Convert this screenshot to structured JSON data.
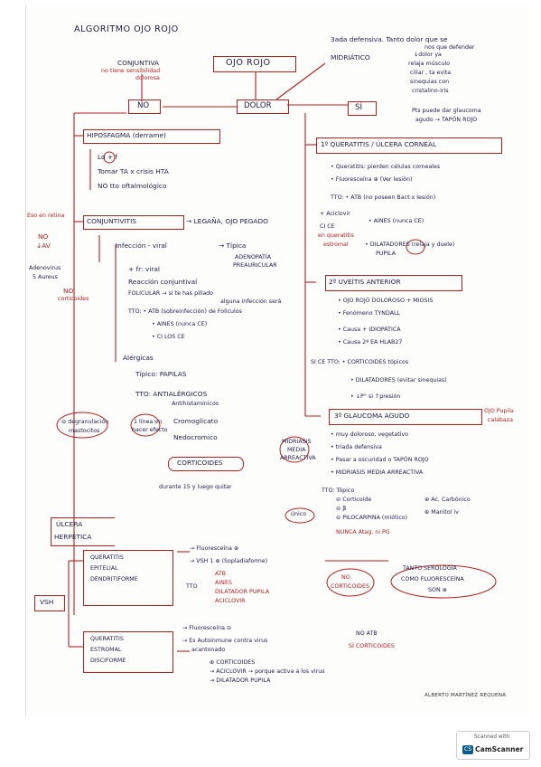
{
  "title": "ALGORITMO OJO ROJO",
  "center": "OJO ROJO",
  "dolor": "DOLOR",
  "no": "NO",
  "si": "SÍ",
  "conjuntiva_note": [
    "CONJUNTIVA",
    "no tiene sensibilidad",
    "dolorosa"
  ],
  "defensiva_note": [
    "3ada defensiva. Tanto dolor que se",
    "nos que defender"
  ],
  "midriatico": "MIDRIÁTICO",
  "midriatico_notes": [
    "↓dolor ya",
    "relaja músculo",
    "ciliar , ta evita",
    "sinequias con",
    "cristalino-iris",
    "Pts puede dar glaucoma",
    "agudo → TAPÓN ROJO"
  ],
  "hiposfagma": {
    "title": "HIPOSFAGMA (derrame)",
    "lines": [
      "Lo + f",
      "Tomar TA x crisis HTA",
      "NO tto oftalmológico"
    ]
  },
  "conjuntivitis": {
    "title": "CONJUNTIVITIS",
    "arrow": "→ LEGAÑA, OJO PEGADO",
    "retina_note": "Eso en retina",
    "no_av": [
      "NO",
      "↓AV"
    ],
    "adenovirus": [
      "Adenovirus",
      "5 Aureus"
    ],
    "no_corticoides": [
      "NO",
      "corticoides"
    ],
    "viral_title": "Infección - viral",
    "viral_typical": "→ Típica",
    "viral_adeno": [
      "ADENOPATÍA",
      "PREAURICULAR"
    ],
    "viral_notes": [
      "+ fr: viral",
      "Reacción conjuntival",
      "FOLICULAR → si te has pillado",
      "alguna infección será",
      "TTO: • ATB (sobreinfección) de Foliculos",
      "• AINES (nunca CE)",
      "• CI LOS CE"
    ],
    "alergicas": "Alérgicas",
    "alergicas_notes": [
      "Típico: PAPILAS",
      "TTO: ANTIALÉRGICOS",
      "Antihistamínicos",
      "1 línea en",
      "hacer efecto",
      "Cromoglicato",
      "Nedocromico",
      "CORTICOIDES",
      "durante 15 y luego quitar"
    ],
    "degranulacion": [
      "⊖ degranulación",
      "mastocitos"
    ]
  },
  "queratitis": {
    "title": "1º QUERATITIS / ÚLCERA CORNEAL",
    "lines": [
      "• Queratitis: pierden células corneales",
      "• Fluoresceína ⊕ (Ver lesión)",
      "TTO: • ATB (no poseen Bact x lesión)",
      "+ Aciclovir",
      "• AINES (nunca CE)",
      "CI CE",
      "en queratitis",
      "estromal",
      "• DILATADORES (relaja y duele)",
      "PUPILA"
    ]
  },
  "uveitis": {
    "title": "2º UVEÍTIS ANTERIOR",
    "lines": [
      "• OJO ROJO DOLOROSO + MIOSIS",
      "• Fenómeno TYNDALL",
      "• Causa + IDIOPÁTICA",
      "• Causa 2ª EA HLAB27",
      "SI CE TTO: • CORTICOIDES tópicos",
      "• DILATADORES (evitar sinequias)",
      "• ↓P° si ↑presión"
    ]
  },
  "glaucoma": {
    "title": "3º GLAUCOMA AGUDO",
    "side": [
      "OJO Pupila",
      "calabaza"
    ],
    "lines": [
      "• muy doloroso, vegetativo",
      "• triada defensiva",
      "• Pasar a oscuridad o TAPÓN ROJO",
      "• MIDRIASIS MEDIA ARREACTIVA",
      "TTO: Tópico",
      "⊖ Corticoide",
      "⊖ β",
      "⊖ PILOCARPINA (miótico)",
      "⊕ Ac. Carbónico",
      "⊕ Manitol iv",
      "NUNCA Atag. ni PG"
    ],
    "midriasis_note": [
      "MIDRIASIS",
      "MEDIA",
      "ARREACTIVA"
    ],
    "unico": "único"
  },
  "ulcera_herpetica": {
    "title": [
      "ÚLCERA",
      "HERPÉTICA"
    ],
    "vsh": "VSH",
    "epitelial": [
      "QUERATITIS",
      "EPITELIAL",
      "DENDRITIFORME"
    ],
    "epitelial_notes": [
      "→ Fluoresceína ⊕",
      "→ VSH 1 ⊕ (Sopladiaforme)",
      "ATB",
      "AINES",
      "DILATADOR PUPILA",
      "ACICLOVIR"
    ],
    "tto": "TTO",
    "no_corticoides": [
      "NO",
      "CORTICOIDES"
    ],
    "serologia": [
      "TANTO SEROLOGÍA",
      "COMO FLUORESCEÍNA",
      "SON ⊕"
    ],
    "estromal": [
      "QUERATITIS",
      "ESTROMAL",
      "DISCIFORME"
    ],
    "estromal_notes": [
      "→ Fluoresceína ⊖",
      "→ Es Autoinmune contra virus",
      "acantonado",
      "⊕ CORTICOIDES",
      "→ ACICLOVIR → porque activa a los virus",
      "→ DILATADOR PUPILA",
      "NO ATB",
      "SÍ CORTICOIDES"
    ]
  },
  "author": "ALBERTO MARTÍNEZ REQUENA",
  "badge": [
    "Scanned with",
    "CamScanner"
  ]
}
